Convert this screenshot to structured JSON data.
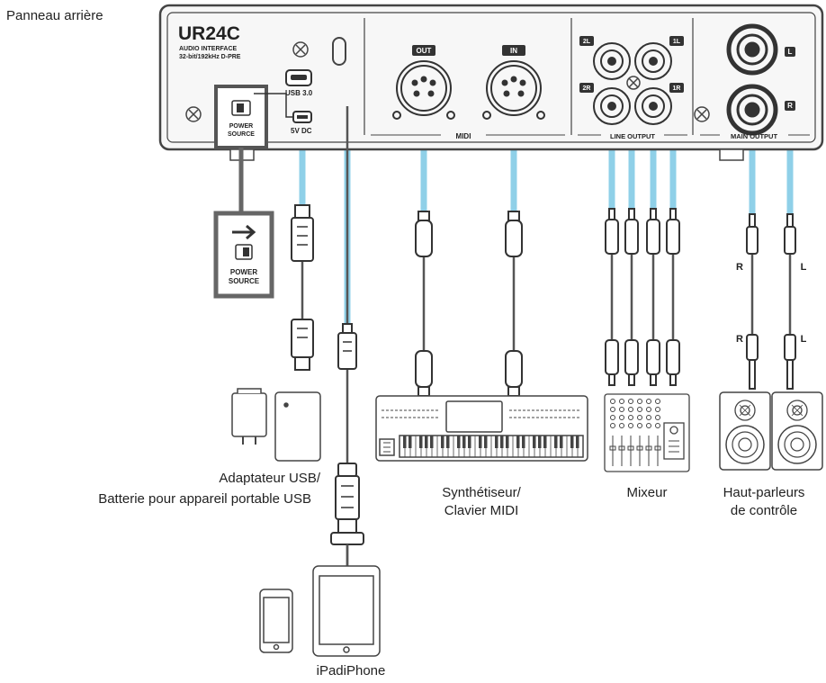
{
  "panel_heading": "Panneau arrière",
  "device": {
    "model": "UR24C",
    "subtitle_line1": "AUDIO INTERFACE",
    "subtitle_line2": "32-bit/192kHz D-PRE",
    "usb_port_label": "USB 3.0",
    "dc_port_label": "5V DC",
    "power_source_label_1": "POWER",
    "power_source_label_2": "SOURCE",
    "midi_out_label": "OUT",
    "midi_in_label": "IN",
    "midi_section_label": "MIDI",
    "line_2l": "2L",
    "line_1l": "1L",
    "line_2r": "2R",
    "line_1r": "1R",
    "line_output_label": "LINE OUTPUT",
    "main_output_label": "MAIN OUTPUT",
    "main_l": "L",
    "main_r": "R"
  },
  "callout": {
    "label_1": "POWER",
    "label_2": "SOURCE"
  },
  "cable_labels": {
    "r_top": "R",
    "l_top": "L",
    "r_bottom": "R",
    "l_bottom": "L"
  },
  "labels": {
    "usb_adapter_1": "Adaptateur USB/",
    "usb_adapter_2": "Batterie pour appareil portable USB",
    "synth_1": "Synthétiseur/",
    "synth_2": "Clavier MIDI",
    "mixer": "Mixeur",
    "monitors_1": "Haut-parleurs",
    "monitors_2": "de contrôle",
    "ipad_iphone": "iPadiPhone"
  },
  "colors": {
    "cable_highlight": "#8fd0e8",
    "outline": "#444444",
    "panel_fill": "#f7f7f7"
  }
}
